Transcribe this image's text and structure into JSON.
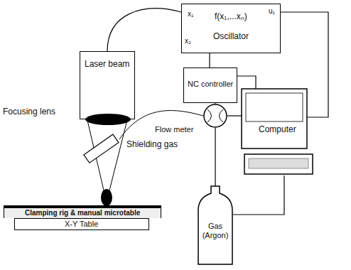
{
  "diagram": {
    "nodes": [
      {
        "text": [
          "f(x₁,...xₙ)",
          "Oscillator"
        ]
      },
      {
        "text": [
          "Laser beam"
        ]
      },
      {
        "text": [
          "NC controller"
        ]
      },
      {
        "text": [
          "Flow meter"
        ]
      },
      {
        "text": [
          "Computer"
        ]
      },
      {
        "text": [
          "Gas (Argon)"
        ]
      },
      {
        "text": [
          "Clamping rig & manual microtable"
        ]
      },
      {
        "text": [
          "X-Y Table"
        ]
      }
    ],
    "edges": [
      {
        "from": 0,
        "to": 1,
        "arrow": "none"
      },
      {
        "from": 0,
        "to": 2,
        "arrow": "none"
      },
      {
        "from": 0,
        "to": 4,
        "arrow": "none"
      },
      {
        "from": 2,
        "to": 3,
        "arrow": "none"
      },
      {
        "from": 2,
        "to": 4,
        "arrow": "none"
      },
      {
        "from": 3,
        "to": 4,
        "arrow": "none"
      },
      {
        "from": 3,
        "to": 5,
        "arrow": "none"
      },
      {
        "from": 5,
        "to": 4,
        "arrow": "none"
      }
    ],
    "labels": [
      "x₁",
      "x₂",
      "u₁",
      "Focusing lens",
      "Shielding gas"
    ]
  }
}
